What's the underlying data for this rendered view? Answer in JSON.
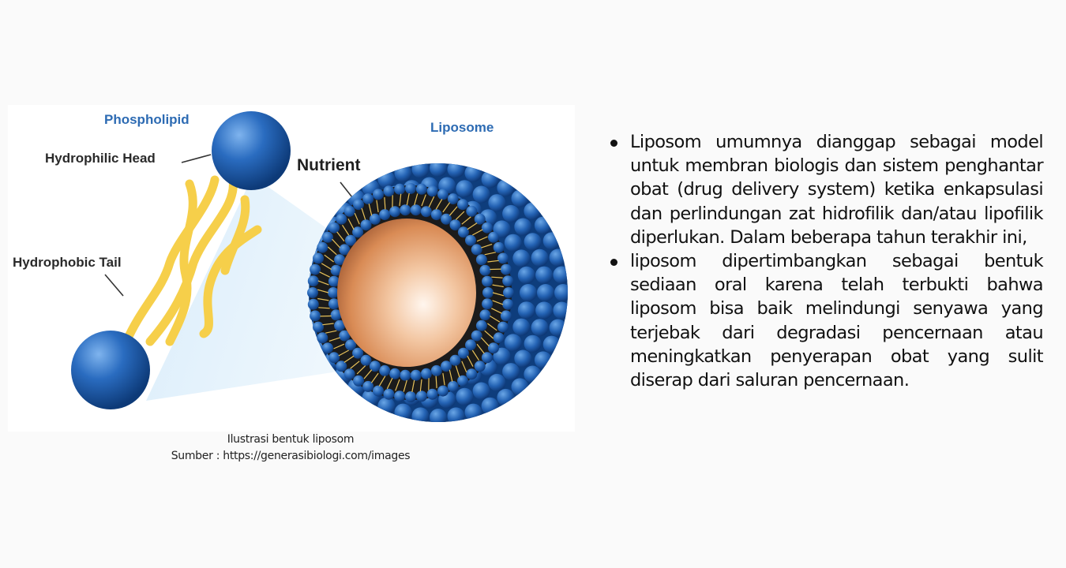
{
  "figure": {
    "labels": {
      "phospholipid": "Phospholipid",
      "liposome": "Liposome",
      "hydrophilic_head": "Hydrophilic Head",
      "hydrophobic_tail": "Hydrophobic Tail",
      "nutrient": "Nutrient"
    },
    "colors": {
      "head_blue": "#1f5fb0",
      "tail_yellow": "#f6cf4a",
      "nutrient_orange": "#e89a62",
      "label_blue": "#2d6bb3"
    }
  },
  "caption": {
    "line1": "Ilustrasi bentuk liposom",
    "line2": "Sumber : https://generasibiologi.com/images"
  },
  "bullets": [
    "Liposom umumnya dianggap sebagai model untuk membran biologis dan sistem penghantar obat (drug delivery system) ketika enkapsulasi dan perlindungan zat hidrofilik dan/atau lipofilik diperlukan. Dalam beberapa tahun terakhir ini,",
    "liposom dipertimbangkan sebagai bentuk sediaan oral karena telah terbukti bahwa liposom bisa baik melindungi senyawa yang terjebak dari degradasi pencernaan atau meningkatkan penyerapan obat yang sulit diserap dari saluran pencernaan."
  ]
}
